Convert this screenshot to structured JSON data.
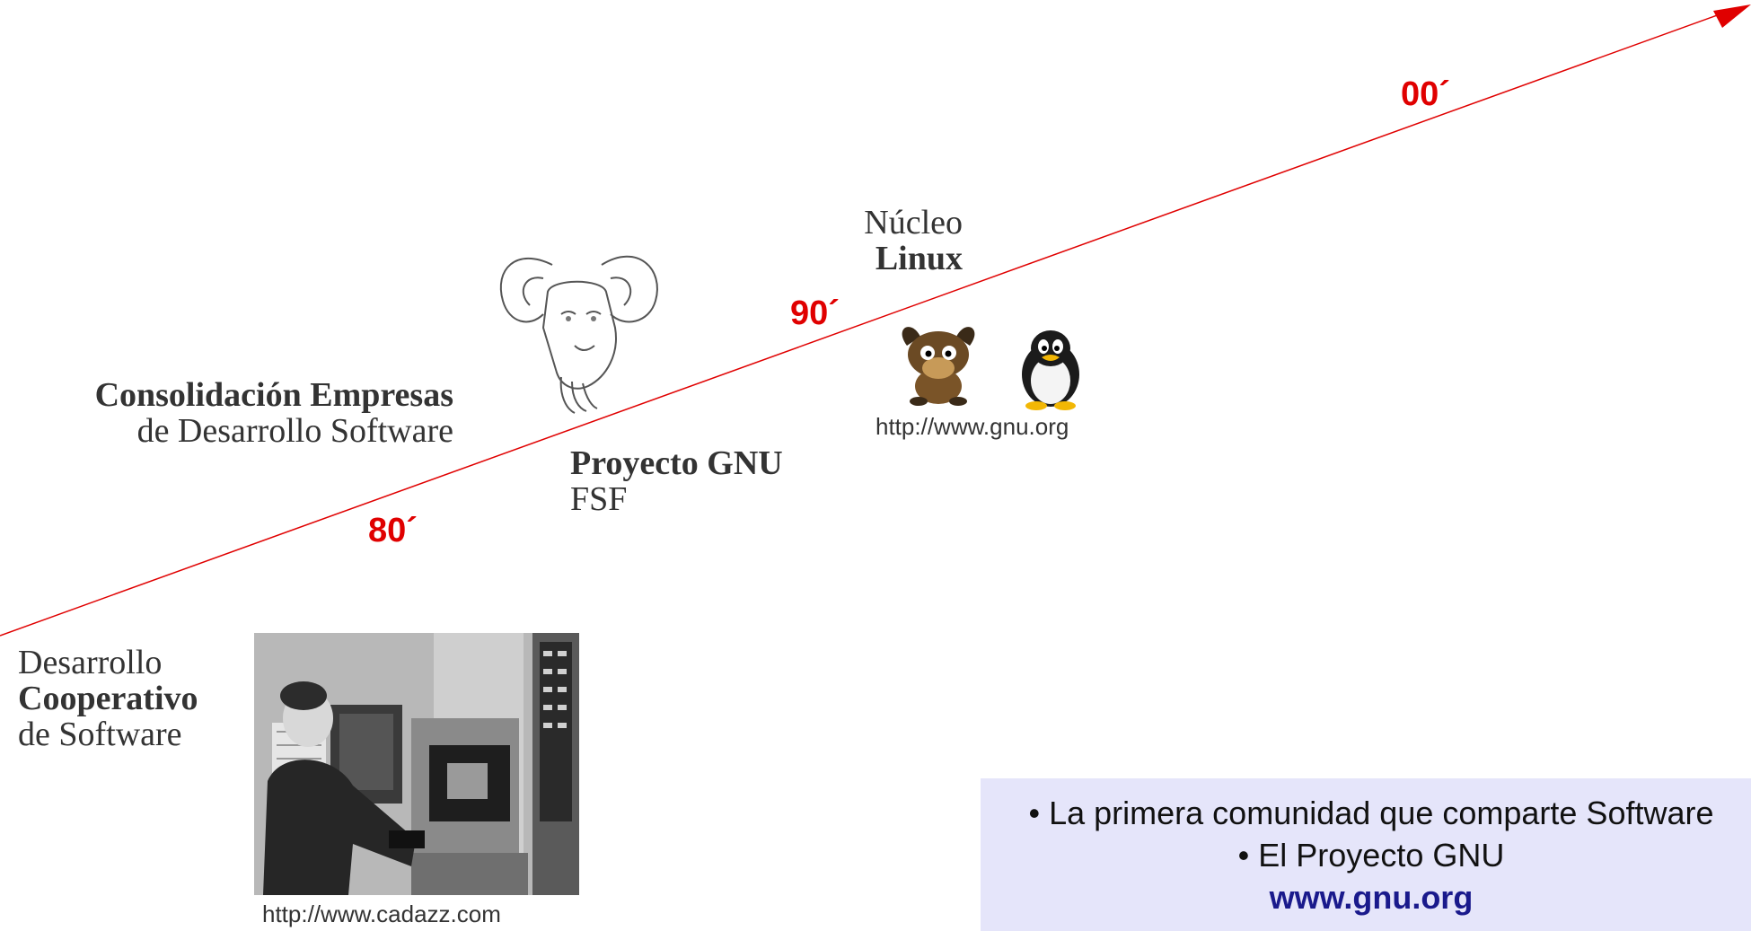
{
  "timeline": {
    "color": "#e00000",
    "decades": [
      "80´",
      "90´",
      "00´"
    ]
  },
  "cooperative": {
    "line1": "Desarrollo",
    "line2": "Cooperativo",
    "line3": "de Software",
    "photo_url": "http://www.cadazz.com"
  },
  "consolidation": {
    "line1": "Consolidación Empresas",
    "line2": "de Desarrollo Software"
  },
  "gnu_project": {
    "line1": "Proyecto GNU",
    "line2": "FSF"
  },
  "linux": {
    "line1": "Núcleo",
    "line2": "Linux",
    "mascots_url": "http://www.gnu.org"
  },
  "info_box": {
    "bg_color": "#e5e5fa",
    "bullet1": "• La primera comunidad que comparte Software",
    "bullet2": "• El Proyecto GNU",
    "link": "www.gnu.org"
  }
}
